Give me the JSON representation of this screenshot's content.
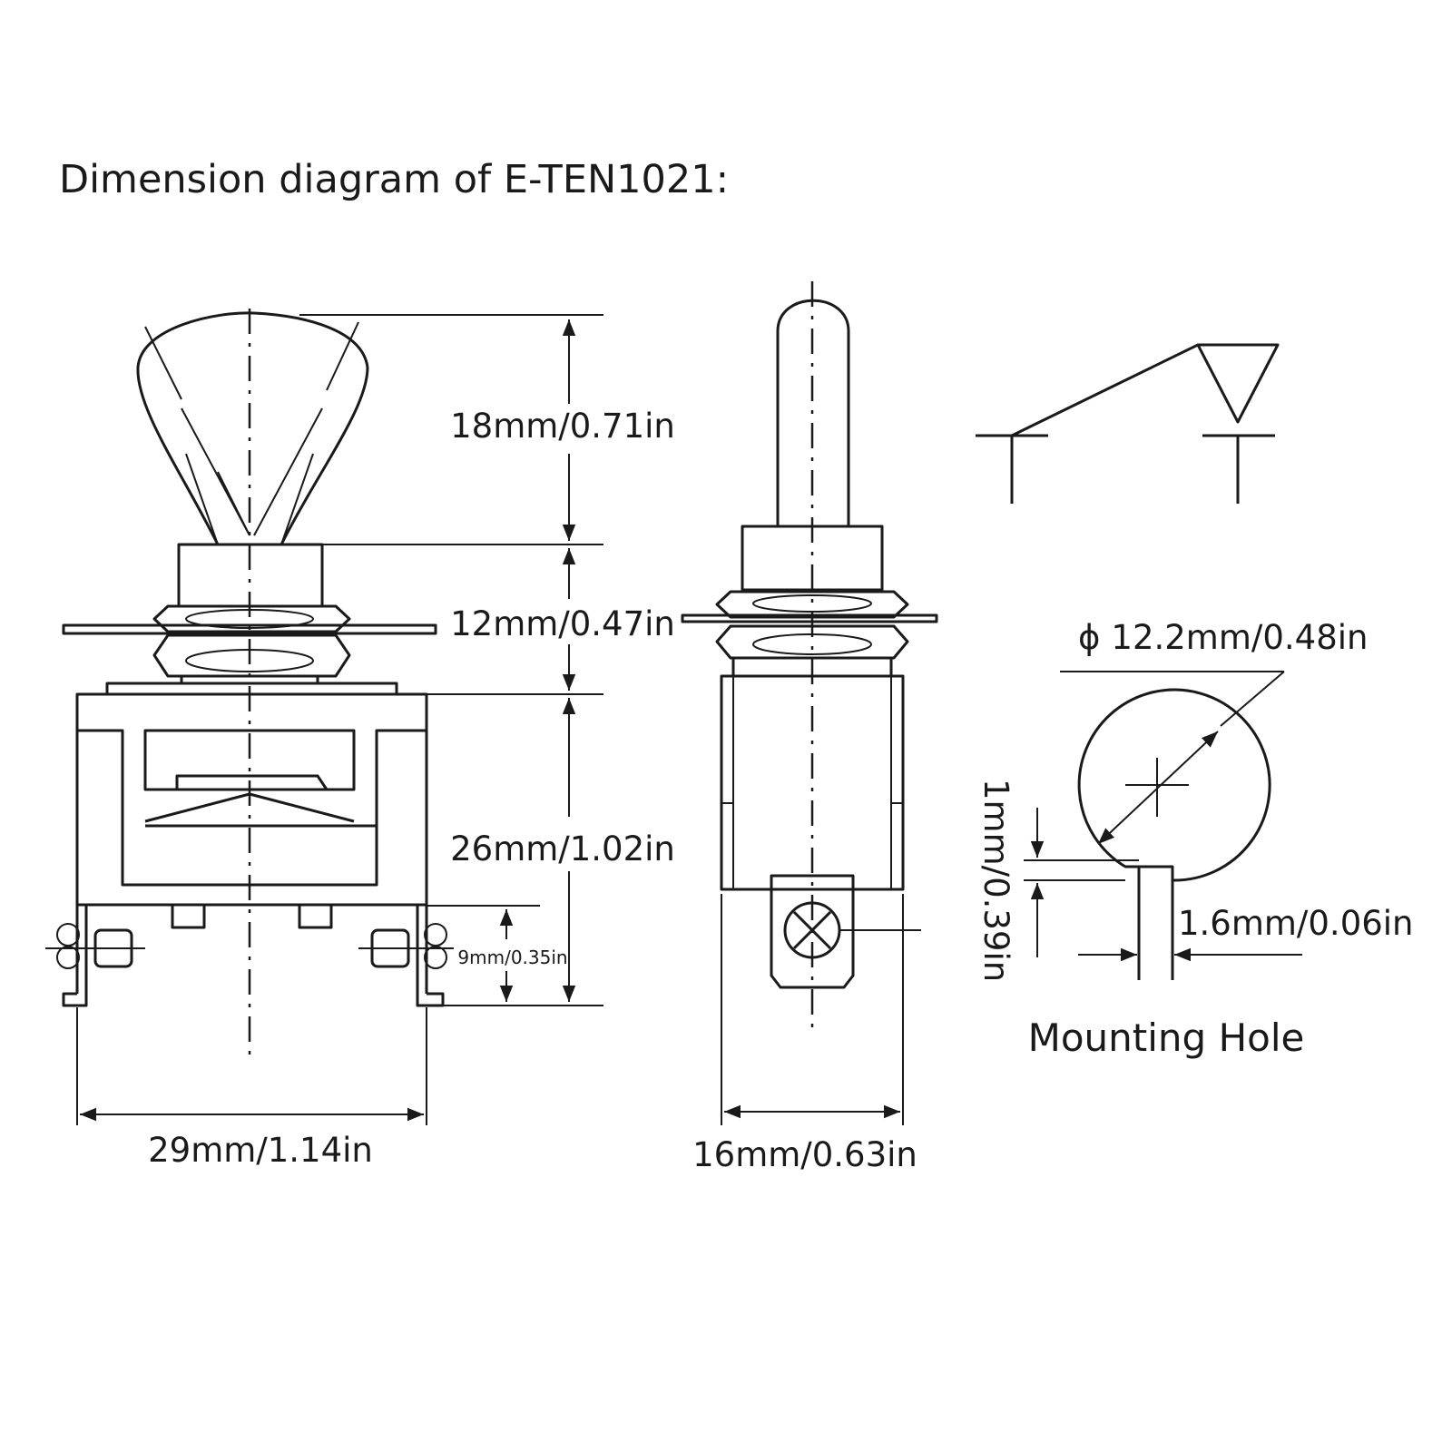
{
  "title": "Dimension diagram of E-TEN1021:",
  "front_view": {
    "lever_height": "18mm/0.71in",
    "bushing_height": "12mm/0.47in",
    "body_height": "26mm/1.02in",
    "terminal_height": "9mm/0.35in",
    "width": "29mm/1.14in"
  },
  "side_view": {
    "width": "16mm/0.63in"
  },
  "mounting_hole": {
    "diameter_symbol": "ϕ",
    "diameter": "12.2mm/0.48in",
    "key_depth": "1mm/0.39in",
    "key_width": "1.6mm/0.06in",
    "caption": "Mounting Hole"
  }
}
